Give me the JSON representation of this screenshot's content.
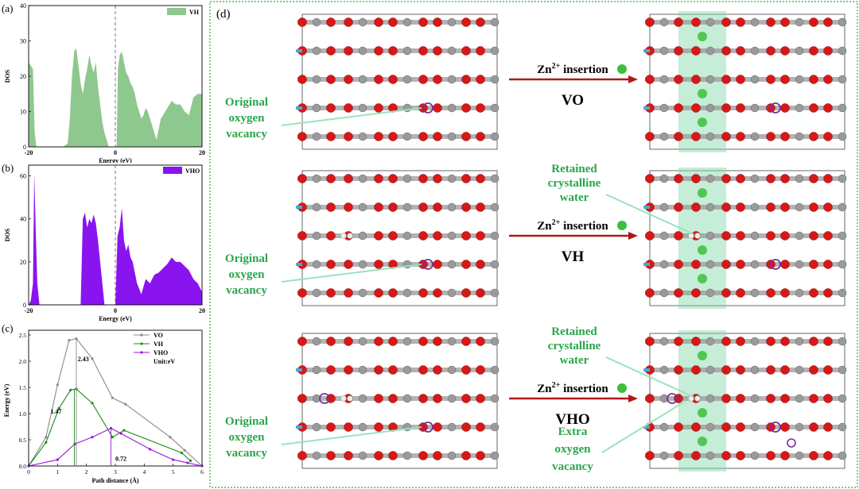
{
  "chart_data": [
    {
      "type": "area",
      "panel_label": "(a)",
      "xlabel": "Energy (eV)",
      "ylabel": "DOS",
      "xlim": [
        -20,
        20
      ],
      "ylim": [
        0,
        40
      ],
      "xticks": [
        "-20",
        "0",
        "20"
      ],
      "yticks": [
        "0",
        "10",
        "20",
        "30",
        "40"
      ],
      "legend": "VH",
      "color": "#8fc88f",
      "series": [
        {
          "name": "VH",
          "x": [
            -20,
            -19,
            -18.6,
            -18.2,
            -16,
            -14,
            -12,
            -11,
            -10.5,
            -10,
            -9.5,
            -9,
            -8.5,
            -8,
            -7.5,
            -7,
            -6.5,
            -6,
            -5.5,
            -5,
            -4.5,
            -4,
            -3.5,
            -3,
            -2.5,
            -2,
            -1.5,
            -1,
            -0.5,
            0,
            0.3,
            0.6,
            1,
            1.5,
            2,
            2.5,
            3,
            3.5,
            4,
            4.5,
            5,
            5.5,
            6,
            6.5,
            7,
            7.5,
            8,
            8.5,
            9,
            9.5,
            10,
            10.5,
            11,
            12,
            13,
            14,
            15,
            16,
            17,
            18,
            19,
            20
          ],
          "y": [
            24,
            22,
            4,
            0,
            0,
            0,
            0,
            1,
            8,
            20,
            27,
            28,
            23,
            18,
            15,
            19,
            22,
            26,
            23,
            21,
            24,
            17,
            12,
            7,
            4,
            2,
            0,
            0,
            0,
            0,
            0,
            22,
            26,
            27,
            24,
            21,
            20,
            18,
            17,
            15,
            12,
            10,
            8,
            9,
            11,
            10,
            8,
            6,
            4,
            2,
            5,
            8,
            9,
            11,
            13,
            12,
            12,
            10,
            9,
            14,
            15,
            15
          ]
        }
      ]
    },
    {
      "type": "area",
      "panel_label": "(b)",
      "xlabel": "Energy (eV)",
      "ylabel": "DOS",
      "xlim": [
        -20,
        20
      ],
      "ylim": [
        0,
        65
      ],
      "xticks": [
        "-20",
        "0",
        "20"
      ],
      "yticks": [
        "0",
        "20",
        "40",
        "60"
      ],
      "legend": "VHO",
      "color": "#8a14f0",
      "series": [
        {
          "name": "VHO",
          "x": [
            -20,
            -19.5,
            -19,
            -18.7,
            -18.3,
            -18,
            -17.5,
            -16,
            -14,
            -12,
            -10,
            -8,
            -7.5,
            -7,
            -6.5,
            -6,
            -5.5,
            -5,
            -4.5,
            -4,
            -3.5,
            -3,
            -2.5,
            -2,
            -1.5,
            -1,
            -0.5,
            0,
            0.5,
            1,
            1.5,
            2,
            2.5,
            3,
            3.5,
            4,
            4.5,
            5,
            6,
            7,
            8,
            9,
            10,
            11,
            12,
            13,
            14,
            15,
            16,
            17,
            18,
            19,
            20
          ],
          "y": [
            0,
            2,
            10,
            61,
            30,
            10,
            0,
            0,
            0,
            0,
            0,
            0,
            40,
            43,
            36,
            40,
            38,
            42,
            38,
            30,
            20,
            10,
            0,
            0,
            0,
            0,
            0,
            0,
            32,
            36,
            45,
            30,
            25,
            28,
            22,
            20,
            15,
            10,
            5,
            12,
            10,
            14,
            15,
            17,
            19,
            22,
            20,
            20,
            18,
            16,
            12,
            10,
            6
          ]
        }
      ]
    },
    {
      "type": "line",
      "panel_label": "(c)",
      "xlabel": "Path distance (Å)",
      "ylabel": "Energy (eV)",
      "xlim": [
        0,
        6
      ],
      "ylim": [
        0,
        2.5
      ],
      "xticks": [
        "0",
        "1",
        "2",
        "3",
        "4",
        "5",
        "6"
      ],
      "yticks": [
        "0.0",
        "0.5",
        "1.0",
        "1.5",
        "2.0",
        "2.5"
      ],
      "legend_note": "Unit:eV",
      "series": [
        {
          "name": "VO",
          "color": "#8a8a8a",
          "x": [
            0,
            0.6,
            1.0,
            1.4,
            1.65,
            2.2,
            2.9,
            3.35,
            4.9,
            5.4,
            6.0
          ],
          "y": [
            0,
            0.55,
            1.55,
            2.4,
            2.43,
            2.05,
            1.3,
            1.18,
            0.55,
            0.3,
            0
          ]
        },
        {
          "name": "VH",
          "color": "#1e8a1e",
          "x": [
            0,
            0.6,
            1.05,
            1.45,
            1.65,
            2.2,
            2.9,
            3.3,
            5.3,
            5.6
          ],
          "y": [
            0,
            0.45,
            1.1,
            1.45,
            1.47,
            1.2,
            0.55,
            0.68,
            0.25,
            0.1
          ]
        },
        {
          "name": "VHO",
          "color": "#9b16e0",
          "x": [
            0,
            1.0,
            1.6,
            2.2,
            2.85,
            3.2,
            4.2,
            5.0,
            5.5,
            6.0
          ],
          "y": [
            0,
            0.12,
            0.42,
            0.55,
            0.72,
            0.62,
            0.32,
            0.12,
            0.06,
            0
          ]
        }
      ],
      "annotations": [
        "2.43",
        "1.47",
        "0.72"
      ]
    }
  ],
  "panel_d": {
    "label": "(d)",
    "insertion_label": "Zn",
    "insertion_sup": "2+",
    "insertion_suffix": " insertion",
    "rows": [
      {
        "case": "VO",
        "left_annotation": [
          "Original",
          "oxygen",
          "vacancy"
        ],
        "retained": [],
        "extra": []
      },
      {
        "case": "VH",
        "left_annotation": [
          "Original",
          "oxygen",
          "vacancy"
        ],
        "retained": [
          "Retained",
          "crystalline",
          "water"
        ],
        "extra": []
      },
      {
        "case": "VHO",
        "left_annotation": [
          "Original",
          "oxygen",
          "vacancy"
        ],
        "retained": [
          "Retained",
          "crystalline",
          "water"
        ],
        "extra": [
          "Extra",
          "oxygen",
          "vacancy"
        ]
      }
    ],
    "colors": {
      "annotation": "#29a64a",
      "arrow": "#b01818",
      "oxygen": "#d81818",
      "vanadium": "#9a9a9a",
      "hydrogen": "#dddddd",
      "zinc": "#3cc03c",
      "vacancy": "#7a2ea0",
      "border": "#3aa63a"
    }
  }
}
